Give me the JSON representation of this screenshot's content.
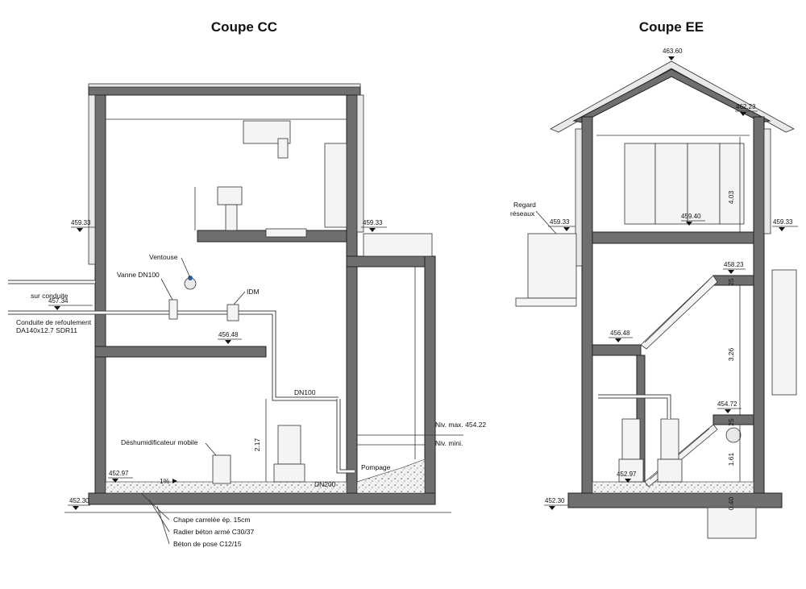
{
  "titles": {
    "left": "Coupe CC",
    "right": "Coupe EE"
  },
  "coupe_cc": {
    "levels": {
      "roof_left": "459.33",
      "roof_right": "459.33",
      "conduite": "457.34",
      "mid_floor": "456.48",
      "floor": "452.97",
      "base": "452.30"
    },
    "labels": {
      "ventouse": "Ventouse",
      "vanne": "Vanne DN100",
      "idm": "IDM",
      "sur_conduite": "sur conduite",
      "conduite_line1": "Conduite de refoulement",
      "conduite_line2": "DA140x12.7 SDR11",
      "dn100": "DN100",
      "deshumidificateur": "Déshumidificateur mobile",
      "pompage": "Pompage",
      "dn200": "DN200",
      "niv_max": "Niv. max. 454.22",
      "niv_mini": "Niv. mini.",
      "slope": "1%",
      "height": "2.17"
    },
    "legend": [
      "Chape carrelée ép. 15cm",
      "Radier béton armé C30/37",
      "Béton de pose C12/15"
    ]
  },
  "coupe_ee": {
    "levels": {
      "ridge": "463.60",
      "eave": "462.23",
      "regard_level": "459.33",
      "right_level": "459.33",
      "upper_floor": "459.40",
      "landing": "458.23",
      "mid_floor": "456.48",
      "lower_landing": "454.72",
      "pump_floor": "452.97",
      "base": "452.30"
    },
    "labels": {
      "regard_line1": "Regard",
      "regard_line2": "réseaux"
    },
    "dimensions": {
      "upper_height": "4.03",
      "stair_upper": "25",
      "stair_height": "3.26",
      "stair_lower": "25",
      "pump_height": "1.61",
      "slab": "0.40"
    }
  }
}
